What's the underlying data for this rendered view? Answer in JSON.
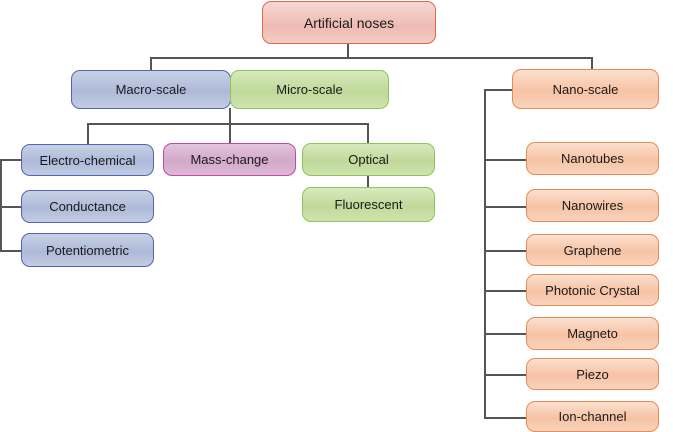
{
  "diagram": {
    "root": {
      "label": "Artificial noses",
      "color": "#dc6b4b"
    },
    "branches": {
      "macro": {
        "label": "Macro-scale",
        "color": "#5465b5",
        "children": [
          "Electro-chemical",
          "Conductance",
          "Potentiometric"
        ]
      },
      "micro": {
        "label": "Micro-scale",
        "color": "#8cc65a",
        "children": {
          "mass": {
            "label": "Mass-change",
            "color": "#c04aa6"
          },
          "optical": {
            "label": "Optical",
            "color": "#8cc65a",
            "children": [
              "Fluorescent"
            ]
          }
        }
      },
      "nano": {
        "label": "Nano-scale",
        "color": "#e98a56",
        "children": [
          "Nanotubes",
          "Nanowires",
          "Graphene",
          "Photonic Crystal",
          "Magneto",
          "Piezo",
          "Ion-channel"
        ]
      }
    }
  }
}
